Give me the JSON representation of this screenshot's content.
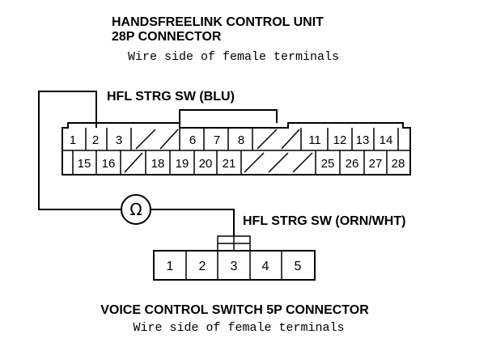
{
  "top_connector": {
    "title_line1": "HANDSFREELINK CONTROL UNIT",
    "title_line2": "28P CONNECTOR",
    "subtitle": "Wire side of female terminals",
    "row1": [
      "1",
      "2",
      "3",
      "",
      "",
      "6",
      "7",
      "8",
      "",
      "",
      "11",
      "12",
      "13",
      "14"
    ],
    "row2": [
      "",
      "15",
      "16",
      "",
      "18",
      "19",
      "20",
      "21",
      "",
      "",
      "",
      "25",
      "26",
      "27",
      "28"
    ]
  },
  "wire_labels": {
    "top": "HFL STRG SW (BLU)",
    "bottom": "HFL STRG SW (ORN/WHT)"
  },
  "meter": {
    "symbol": "Ω"
  },
  "bottom_connector": {
    "title": "VOICE CONTROL SWITCH 5P CONNECTOR",
    "subtitle": "Wire side of female terminals",
    "pins": [
      "1",
      "2",
      "3",
      "4",
      "5"
    ]
  }
}
